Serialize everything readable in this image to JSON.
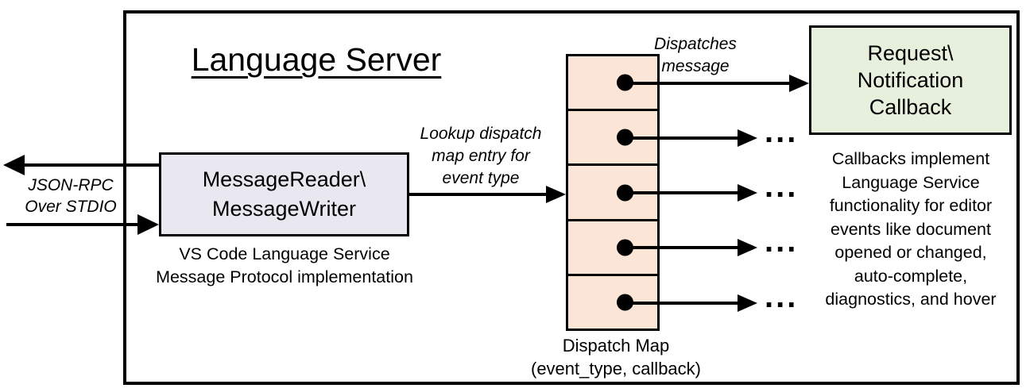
{
  "diagram": {
    "title": "Language Server",
    "stdio_label": {
      "line1": "JSON-RPC",
      "line2": "Over STDIO"
    },
    "reader_box": {
      "line1": "MessageReader\\",
      "line2": "MessageWriter"
    },
    "reader_caption": {
      "line1": "VS Code Language Service",
      "line2": "Message Protocol implementation"
    },
    "lookup_label": {
      "line1": "Lookup dispatch",
      "line2": "map entry for",
      "line3": "event type"
    },
    "dispatches_label": {
      "line1": "Dispatches",
      "line2": "message"
    },
    "callback_box": {
      "line1": "Request\\",
      "line2": "Notification",
      "line3": "Callback"
    },
    "dispatch_map_caption": {
      "line1": "Dispatch Map",
      "line2": "(event_type, callback)"
    },
    "callbacks_note": {
      "lines": [
        "Callbacks implement",
        "Language Service",
        "functionality for editor",
        "events like document",
        "opened or changed,",
        "auto-complete,",
        "diagnostics, and hover"
      ]
    },
    "ellipsis": "...",
    "colors": {
      "reader_fill": "#E9E7EF",
      "dispatch_map_fill": "#FBE5D6",
      "callback_fill": "#E6F0DC",
      "line": "#000000",
      "background": "#FFFFFF"
    }
  }
}
